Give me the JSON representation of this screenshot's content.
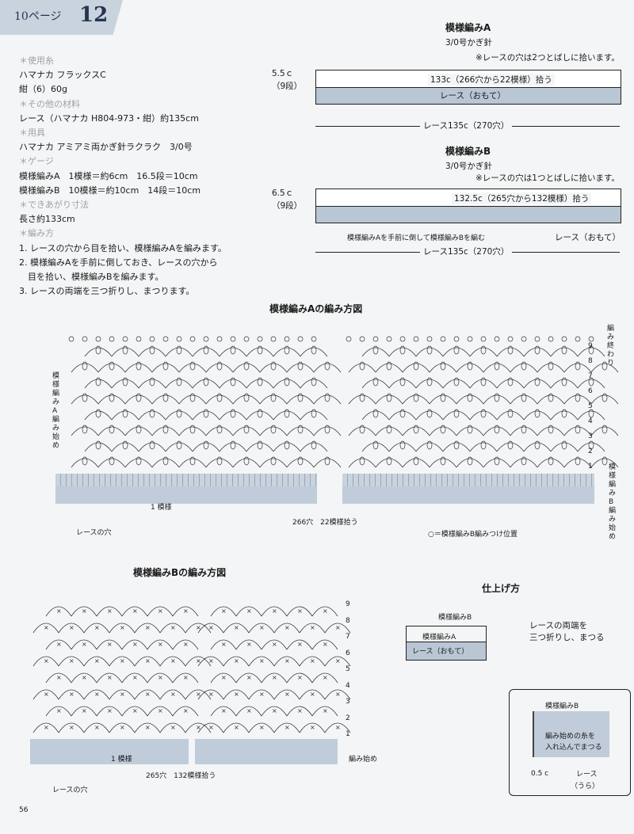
{
  "header": {
    "page_ref": "10ページ",
    "number": "12"
  },
  "materials": {
    "yarn_label": "＊使用糸",
    "yarn_name": "ハマナカ フラックスC",
    "yarn_color": "紺（6）60g",
    "other_label": "＊その他の材料",
    "other_value": "レース（ハマナカ H804-973・紺）約135cm",
    "tools_label": "＊用具",
    "tools_value": "ハマナカ アミアミ両かぎ針ラクラク　3/0号",
    "gauge_label": "＊ゲージ",
    "gauge_a": "模様編みA　1模様＝約6cm　16.5段＝10cm",
    "gauge_b": "模様編みB　10模様＝約10cm　14段＝10cm",
    "size_label": "＊できあがり寸法",
    "size_value": "長さ約133cm",
    "method_label": "＊編み方",
    "steps": [
      "1. レースの穴から目を拾い、模様編みAを編みます。",
      "2. 模様編みAを手前に倒しておき、レースの穴から",
      "　目を拾い、模様編みBを編みます。",
      "3. レースの両端を三つ折りし、まつります。"
    ]
  },
  "diagram_a_top": {
    "title": "模様編みA",
    "hook": "3/0号かぎ針",
    "note": "※レースの穴は2つとばしに拾います。",
    "height": "5.5ｃ",
    "rows": "（9段）",
    "pickup": "133c（266穴から22模様）拾う",
    "lace": "レース（おもて）",
    "width": "レース135c（270穴）"
  },
  "diagram_b_top": {
    "title": "模様編みB",
    "hook": "3/0号かぎ針",
    "note": "※レースの穴は1つとばしに拾います。",
    "height": "6.5ｃ",
    "rows": "（9段）",
    "pickup": "132.5c（265穴から132模様）拾う",
    "fold_note": "模様編みAを手前に倒して模様編みBを編む",
    "lace": "レース（おもて）",
    "width": "レース135c（270穴）"
  },
  "chart_a": {
    "title": "模様編みAの編み方図",
    "start_label": "模様編みA編み始め",
    "end_label": "編み終わり",
    "repeat": "1 模様",
    "holes": "レースの穴",
    "count": "266穴　22模様拾う",
    "legend": "○＝模様編みB編みつけ位置",
    "b_start": "模様編みB編み始め",
    "rows": [
      "1",
      "2",
      "3",
      "4",
      "5",
      "6",
      "7",
      "8",
      "9"
    ]
  },
  "chart_b": {
    "title": "模様編みBの編み方図",
    "repeat": "1 模様",
    "holes": "レースの穴",
    "count": "265穴　132模様拾う",
    "start": "編み始め",
    "rows": [
      "1",
      "2",
      "3",
      "4",
      "5",
      "6",
      "7",
      "8",
      "9"
    ]
  },
  "finish": {
    "title": "仕上げ方",
    "b": "模様編みB",
    "a": "模様編みA",
    "lace": "レース（おもて）",
    "note1": "レースの両端を",
    "note2": "三つ折りし、まつる",
    "detail_b": "模様編みB",
    "detail_note1": "編み始めの糸を",
    "detail_note2": "入れ込んでまつる",
    "detail_size": "0.5 c",
    "detail_lace1": "レース",
    "detail_lace2": "（うら）"
  },
  "page_number": "56"
}
